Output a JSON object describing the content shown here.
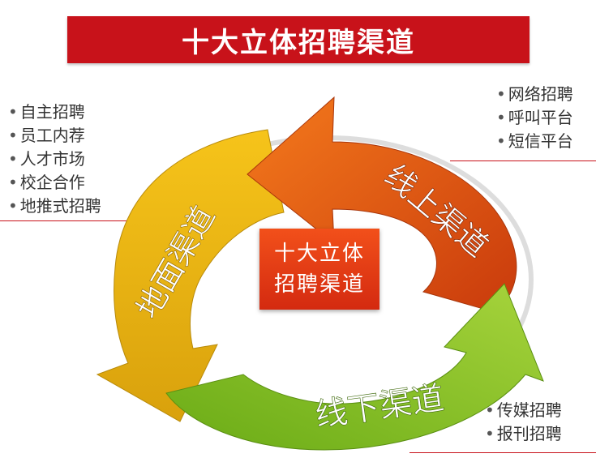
{
  "title": "十大立体招聘渠道",
  "center": {
    "line1": "十大立体",
    "line2": "招聘渠道"
  },
  "channels": {
    "online": {
      "label": "线上渠道",
      "items": [
        "网络招聘",
        "呼叫平台",
        "短信平台"
      ],
      "color": "#d9480f"
    },
    "offline": {
      "label": "线下渠道",
      "items": [
        "传媒招聘",
        "报刊招聘"
      ],
      "color": "#7cbf1f"
    },
    "ground": {
      "label": "地面渠道",
      "items": [
        "自主招聘",
        "员工内荐",
        "人才市场",
        "校企合作",
        "地推式招聘"
      ],
      "color": "#e8b412"
    }
  },
  "colors": {
    "accent": "#c8121a"
  }
}
